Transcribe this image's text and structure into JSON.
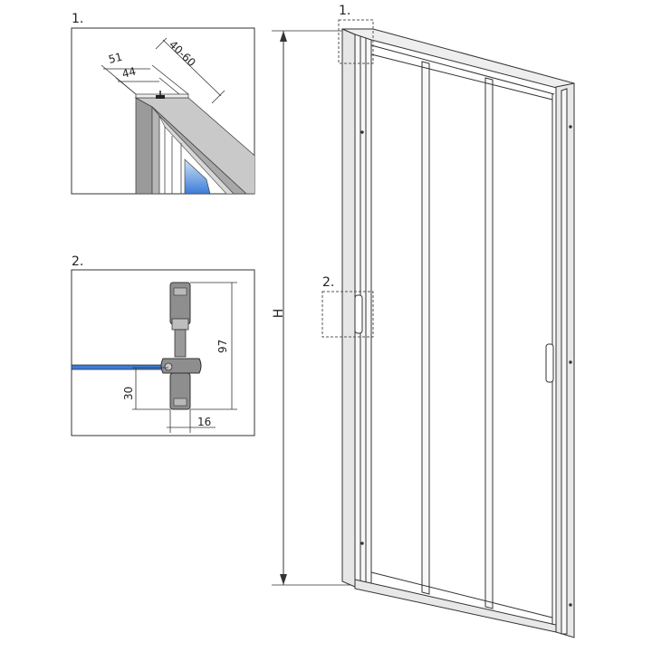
{
  "detail_1": {
    "label": "1.",
    "dim_a": "51",
    "dim_b": "44",
    "dim_c": "40-60"
  },
  "detail_2": {
    "label": "2.",
    "dim_height": "97",
    "dim_offset": "30",
    "dim_width": "16"
  },
  "main_view": {
    "height_label": "H",
    "callout_1": "1.",
    "callout_2": "2."
  },
  "colors": {
    "line": "#333333",
    "frame_fill": "#f2f2f2",
    "profile_grey": "#8e8e8e",
    "glass_blue": "#3b7dd8"
  }
}
